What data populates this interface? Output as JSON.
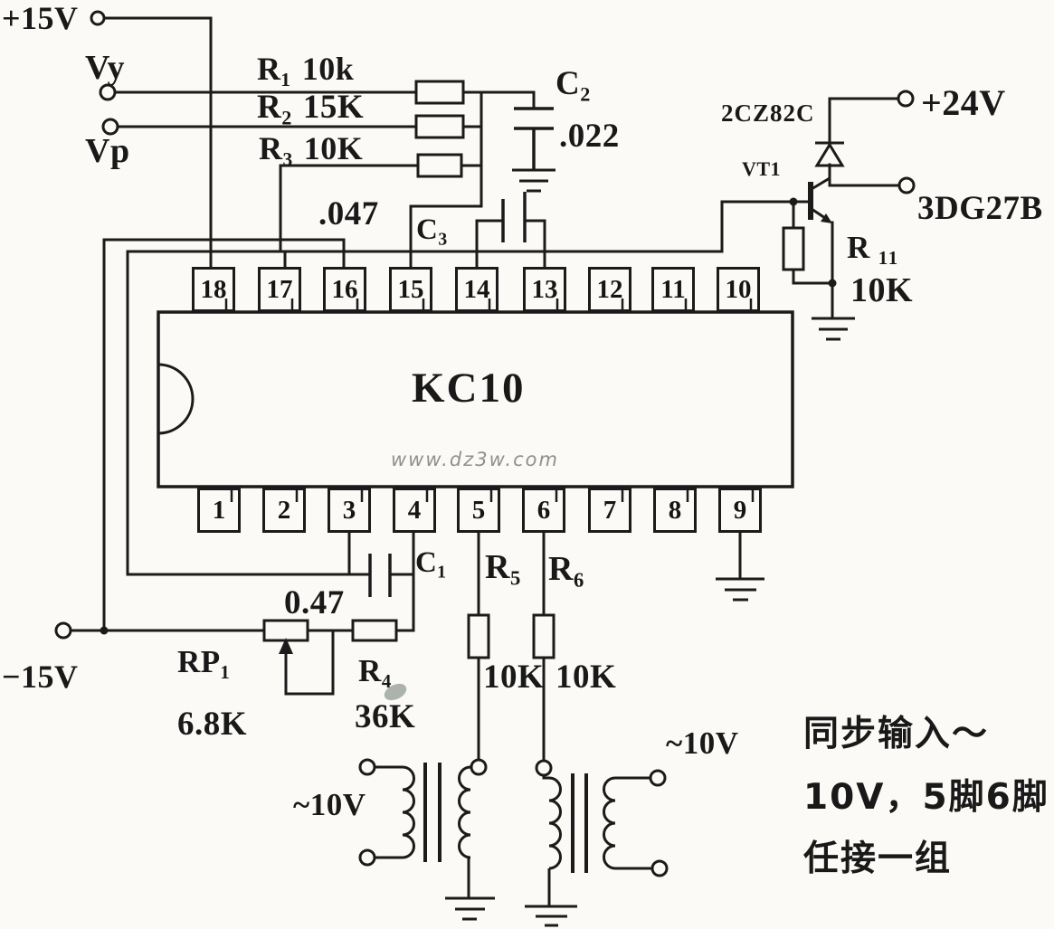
{
  "ic": {
    "part_number": "KC10",
    "watermark": "www.dz3w.com",
    "top_pins": [
      "18",
      "17",
      "16",
      "15",
      "14",
      "13",
      "12",
      "11",
      "10"
    ],
    "bottom_pins": [
      "1",
      "2",
      "3",
      "4",
      "5",
      "6",
      "7",
      "8",
      "9"
    ]
  },
  "power": {
    "plus_15v": "+15V",
    "minus_15v": "−15V",
    "plus_24v": "+24V"
  },
  "inputs": {
    "vy": "Vy",
    "vp": "Vp"
  },
  "components": {
    "r1": {
      "name": "R₁",
      "value": "10k"
    },
    "r2": {
      "name": "R₂",
      "value": "15K"
    },
    "r3": {
      "name": "R₃",
      "value": "10K"
    },
    "r4": {
      "name": "R₄",
      "value": "36K"
    },
    "r5": {
      "name": "R₅",
      "value": "10K"
    },
    "r6": {
      "name": "R₆",
      "value": "10K"
    },
    "r11": {
      "name": "R ₁₁",
      "value": "10K"
    },
    "rp1": {
      "name": "RP₁",
      "value": "6.8K"
    },
    "c1": {
      "name": "C₁",
      "value": "0.47"
    },
    "c2": {
      "name": "C₂",
      "value": ".022"
    },
    "c3": {
      "name": "C₃",
      "value": ".047"
    },
    "diode": {
      "model": "2CZ82C"
    },
    "transistor": {
      "designator": "VT1",
      "model": "3DG27B"
    },
    "transformer1": {
      "voltage": "~10V"
    },
    "transformer2": {
      "voltage": "~10V"
    }
  },
  "annotation": {
    "line1": "同步输入～",
    "line2": "10V，5脚6脚",
    "line3": "任接一组"
  }
}
